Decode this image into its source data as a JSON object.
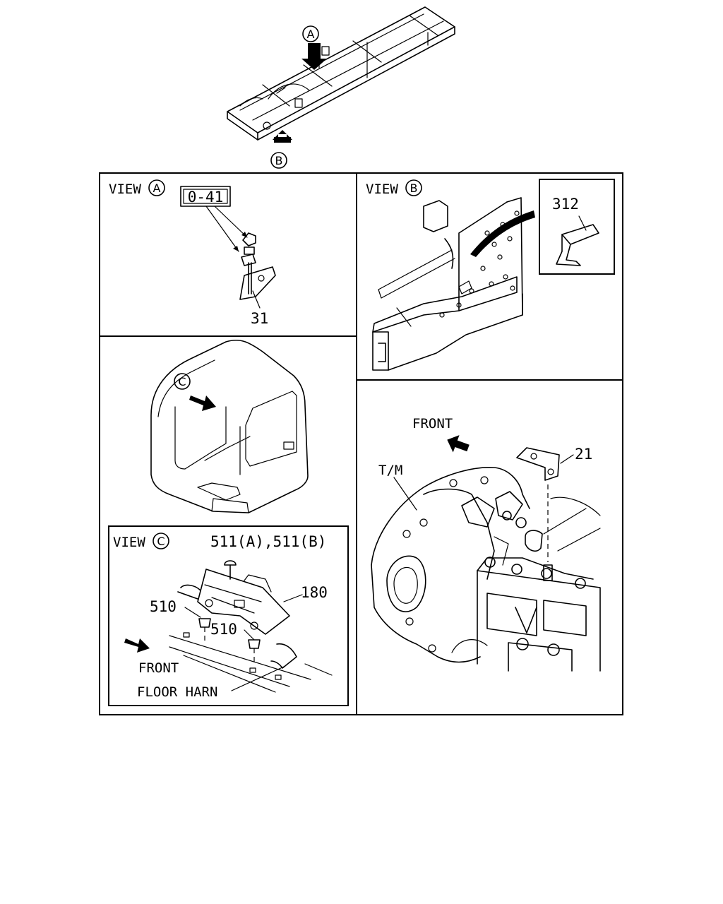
{
  "callouts": {
    "view_a_marker": "A",
    "view_b_marker": "B",
    "view_c_marker": "C"
  },
  "panels": {
    "view_a": {
      "title": "VIEW",
      "ref_box": "0-41",
      "part_31": "31"
    },
    "view_b": {
      "title": "VIEW",
      "part_312": "312"
    },
    "view_c": {
      "title": "VIEW",
      "part_511": "511(A),511(B)",
      "part_180": "180",
      "part_510_left": "510",
      "part_510_right": "510",
      "front_label": "FRONT",
      "floor_harn_label": "FLOOR HARN"
    },
    "transmission": {
      "front_label": "FRONT",
      "tm_label": "T/M",
      "part_21": "21"
    }
  }
}
